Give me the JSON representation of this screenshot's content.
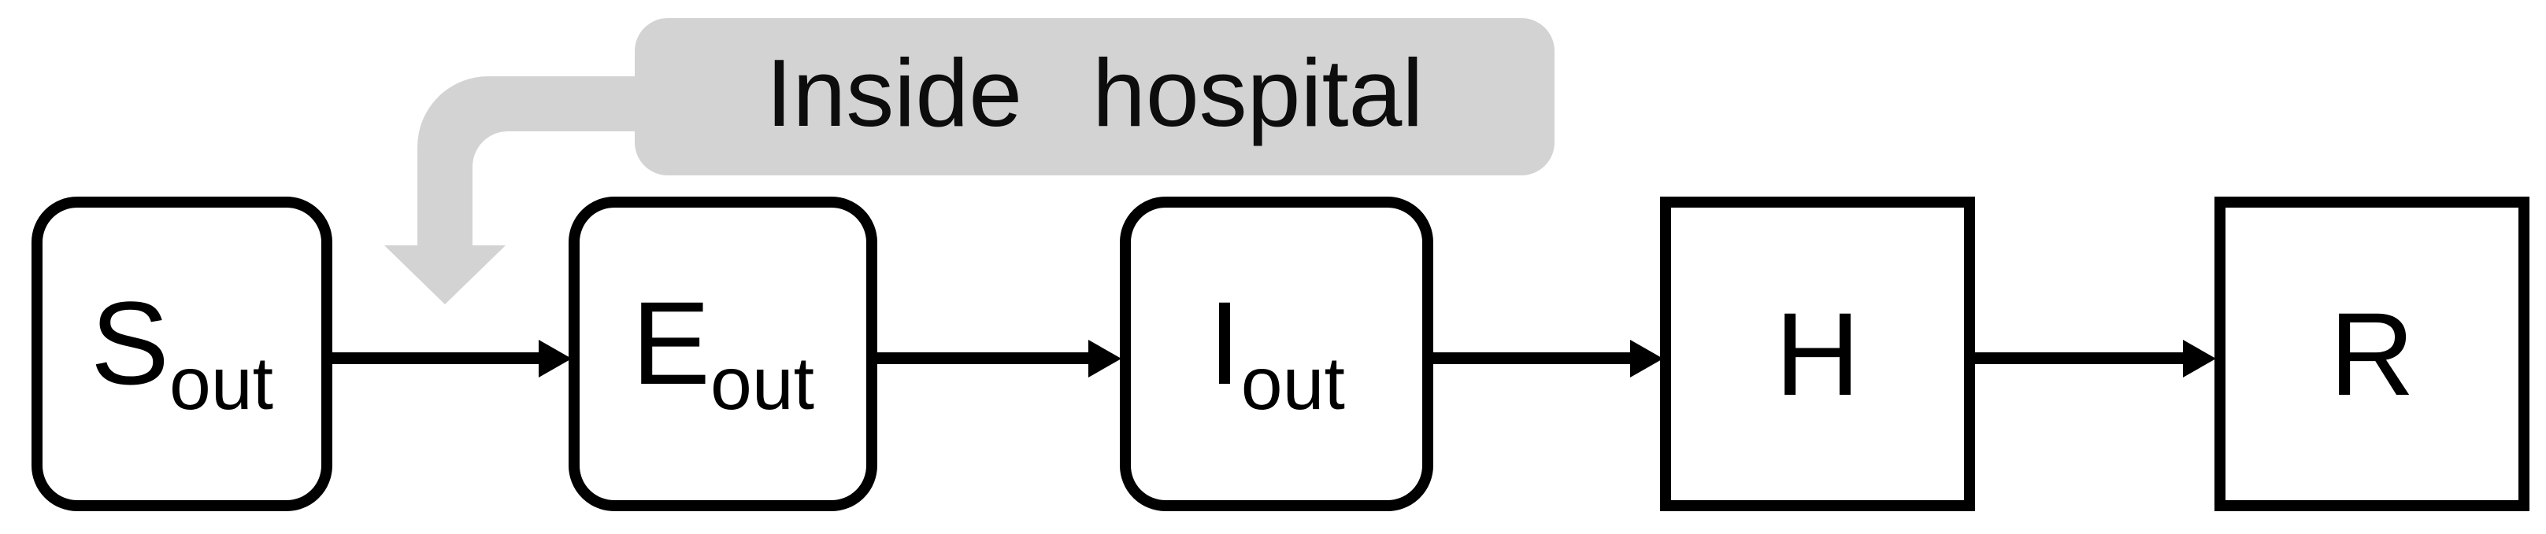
{
  "diagram": {
    "banner": {
      "label": "Inside hospital"
    },
    "nodes": [
      {
        "id": "S_out",
        "main": "S",
        "sub": "out"
      },
      {
        "id": "E_out",
        "main": "E",
        "sub": "out"
      },
      {
        "id": "I_out",
        "main": "I",
        "sub": "out"
      },
      {
        "id": "H",
        "main": "H",
        "sub": ""
      },
      {
        "id": "R",
        "main": "R",
        "sub": ""
      }
    ],
    "edges": [
      {
        "from": "S_out",
        "to": "E_out"
      },
      {
        "from": "E_out",
        "to": "I_out"
      },
      {
        "from": "I_out",
        "to": "H"
      },
      {
        "from": "H",
        "to": "R"
      }
    ],
    "colors": {
      "node_border": "#000000",
      "flow_arrow": "#000000",
      "banner_bg": "#d3d3d3",
      "callout_arrow": "#d3d3d3",
      "text": "#000000"
    }
  }
}
